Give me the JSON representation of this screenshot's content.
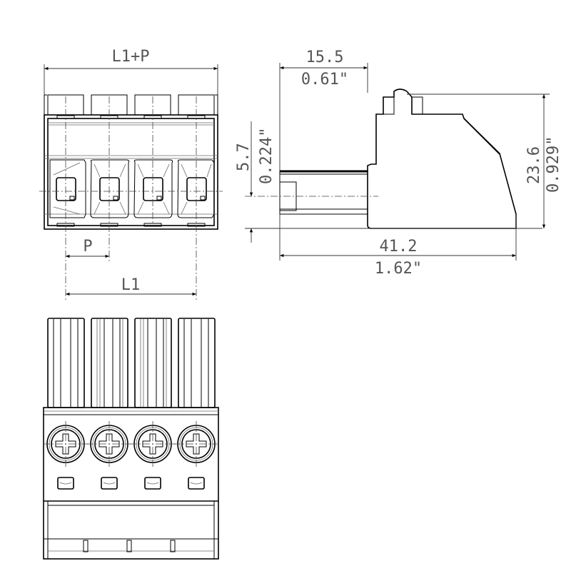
{
  "drawing": {
    "title": "4-pole plug-in terminal block connector dimensional drawing",
    "front_view": {
      "dim_overall_label": "L1+P",
      "dim_pitch_label": "P",
      "dim_span_label": "L1",
      "poles": 4
    },
    "side_view": {
      "dim_depth_mm": "15.5",
      "dim_depth_in": "0.61\"",
      "dim_offset_mm": "5.7",
      "dim_offset_in": "0.224\"",
      "dim_height_mm": "23.6",
      "dim_height_in": "0.929\"",
      "dim_length_mm": "41.2",
      "dim_length_in": "1.62\""
    },
    "top_view": {
      "poles": 4,
      "screw_icon": "phillips-screw-icon"
    }
  },
  "colors": {
    "outline": "#000000",
    "dimension": "#333333",
    "text": "#555555",
    "background": "#ffffff"
  }
}
